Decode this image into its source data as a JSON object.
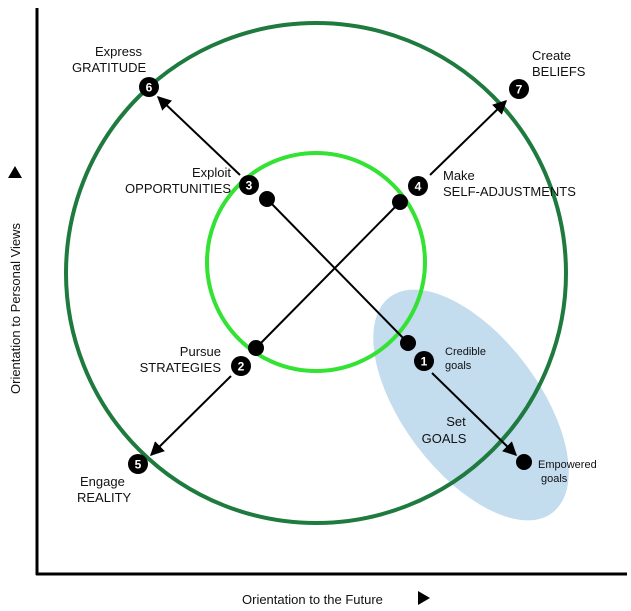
{
  "axes": {
    "x_label": "Orientation to the Future",
    "y_label": "Orientation to Personal Views"
  },
  "colors": {
    "outer_circle": "#1e7a3e",
    "inner_circle": "#33e233",
    "ellipse": "#bcd8ec",
    "marker": "#000000"
  },
  "nodes": [
    {
      "num": "1",
      "line1": "Credible",
      "line2": "goals"
    },
    {
      "num": "2",
      "line1": "Pursue",
      "line2": "STRATEGIES"
    },
    {
      "num": "3",
      "line1": "Exploit",
      "line2": "OPPORTUNITIES"
    },
    {
      "num": "4",
      "line1": "Make",
      "line2": "SELF-ADJUSTMENTS"
    },
    {
      "num": "5",
      "line1": "Engage",
      "line2": "REALITY"
    },
    {
      "num": "6",
      "line1": "Express",
      "line2": "GRATITUDE"
    },
    {
      "num": "7",
      "line1": "Create",
      "line2": "BELIEFS"
    }
  ],
  "set_goals": {
    "line1": "Set",
    "line2": "GOALS"
  },
  "empowered": {
    "line1": "Empowered",
    "line2": "goals"
  }
}
